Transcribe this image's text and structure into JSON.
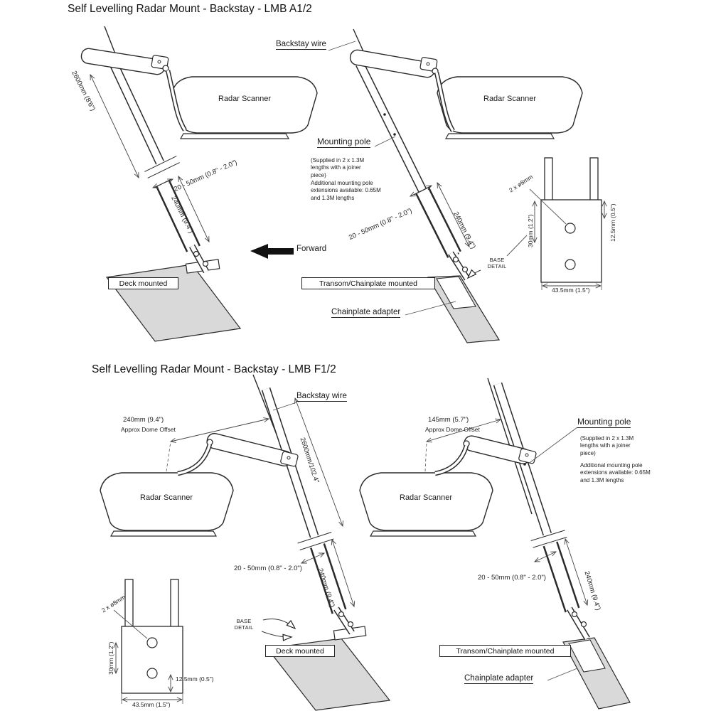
{
  "titles": {
    "a": "Self Levelling Radar Mount - Backstay - LMB A1/2",
    "f": "Self Levelling Radar Mount - Backstay - LMB F1/2"
  },
  "labels": {
    "radar_scanner": "Radar Scanner",
    "backstay_wire": "Backstay wire",
    "mounting_pole": "Mounting pole",
    "pole_note1": "(Supplied in 2 x 1.3M lengths with a joiner piece)",
    "pole_note2": "Additional mounting pole extensions available: 0.65M and 1.3M lengths",
    "forward": "Forward",
    "deck_mounted": "Deck mounted",
    "transom_mounted": "Transom/Chainplate mounted",
    "chainplate_adapter": "Chainplate adapter",
    "base_word": "BASE",
    "detail_word": "DETAIL",
    "approx_dome_offset": "Approx Dome Offset"
  },
  "dims": {
    "pole_length_a": "2600mm (8'6\")",
    "pole_length_f": "2600mm/102.4\"",
    "clamp_range": "20 - 50mm (0.8\" - 2.0\")",
    "sleeve_length": "240mm (9.4\")",
    "dome_offset_a": "240mm (9.4\")",
    "dome_offset_f": "145mm (5.7\")",
    "bolt_holes": "2 x ø8mm",
    "hole_spacing": "30mm (1.2\")",
    "hole_edge": "12.5mm (0.5\")",
    "plate_width": "43.5mm (1.5\")"
  }
}
